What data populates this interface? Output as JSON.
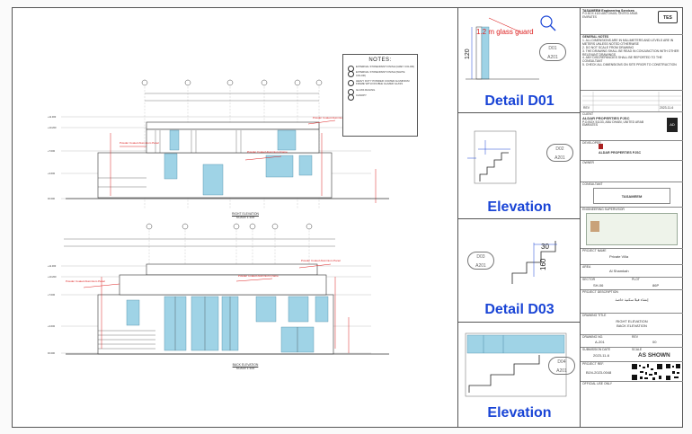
{
  "notes": {
    "title": "NOTES:",
    "items": [
      "EXTERNAL STONE/PAINT FINISH (GREY COLOR)",
      "EXTERNAL STONE/PAINT FINISH (WHITE COLOR)",
      "HEAVY DUTY POWDER COATED ALUMINIUM FRAME WITH DOUBLE GLAZED GLASS",
      "GLASS RAILING",
      "CANOPY"
    ]
  },
  "drawings": {
    "right_elevation_label": "RIGHT ELEVATION",
    "back_elevation_label": "BACK ELEVATION",
    "scale_label": "SCALE 1:100"
  },
  "details": {
    "glass_guard_note": "1.2 m glass guard",
    "d01_title": "Detail D01",
    "elevation_title_1": "Elevation",
    "d03_title": "Detail D03",
    "elevation_title_2": "Elevation",
    "tags": [
      {
        "id": "D01",
        "sheet": "A201"
      },
      {
        "id": "D02",
        "sheet": "A201"
      },
      {
        "id": "D03",
        "sheet": "A201"
      },
      {
        "id": "D04",
        "sheet": "A201"
      }
    ],
    "dim_120": "120",
    "dim_30": "30",
    "dim_160": "160"
  },
  "title_block": {
    "consultant_name": "TASAMEEM Engineering Services",
    "consultant_address": "P.O.BOX 4115 ABU DHABI, UNITED ARAB EMIRATES",
    "general_notes_title": "GENERAL NOTES",
    "general_notes": [
      "1. ALL DIMENSIONS ARE IN MILLIMETERS AND LEVELS ARE IN METERS UNLESS NOTED OTHERWISE",
      "2. DO NOT SCALE FROM DRAWING",
      "3. THE DRAWING SHALL BE READ IN CONJUNCTION WITH OTHER RELEVANT DRAWINGS",
      "4. ANY DISCREPANCIES SHALL BE REPORTED TO THE CONSULTANT",
      "5. CHECK ALL DIMENSIONS ON SITE PRIOR TO CONSTRUCTION"
    ],
    "client_label": "CLIENT",
    "client_name": "ALDAR PROPERTIES PJSC",
    "client_address": "P.O.BOX 51133, ABU DHABI, UNITED ARAB EMIRATES",
    "developer_label": "DEVELOPER",
    "developer_name": "ALDAR PROPERTIES PJSC",
    "owner_label": "OWNER",
    "consultant_label": "CONSULTANT",
    "supervisor_label": "ENGINEERING SUPERVISOR",
    "project_name_label": "PROJECT NAME",
    "project_name": "Private Villa",
    "area_label": "AREA",
    "area": "Al Shamkah",
    "sector_label": "SECTOR",
    "sector": "SH-06",
    "plot_label": "PLOT",
    "plot": "86P",
    "description_label": "PROJECT DESCRIPTION",
    "description_ar": "إنشاء فيلا سكنية خاصة",
    "drawing_title_label": "DRAWING TITLE",
    "drawing_title_1": "RIGHT ELEVATION",
    "drawing_title_2": "BACK ELEVATION",
    "drawing_no_label": "DRAWING NO.",
    "drawing_no": "A-201",
    "revision_label": "REV",
    "revision": "00",
    "submission_label": "SUBMISSION DATE",
    "submission_date": "2023-11-6",
    "scale_label": "SCALE",
    "scale": "AS SHOWN",
    "project_ref_label": "PROJECT REF.",
    "project_ref": "B1N-2023-0048",
    "official_use_label": "OFFICIAL USE ONLY",
    "date_stamp": "2023-11-6",
    "revision_header": "REV"
  },
  "colors": {
    "accent_blue": "#1a45d6",
    "red_markup": "#d22222",
    "glass_blue": "#9fd3e6"
  }
}
